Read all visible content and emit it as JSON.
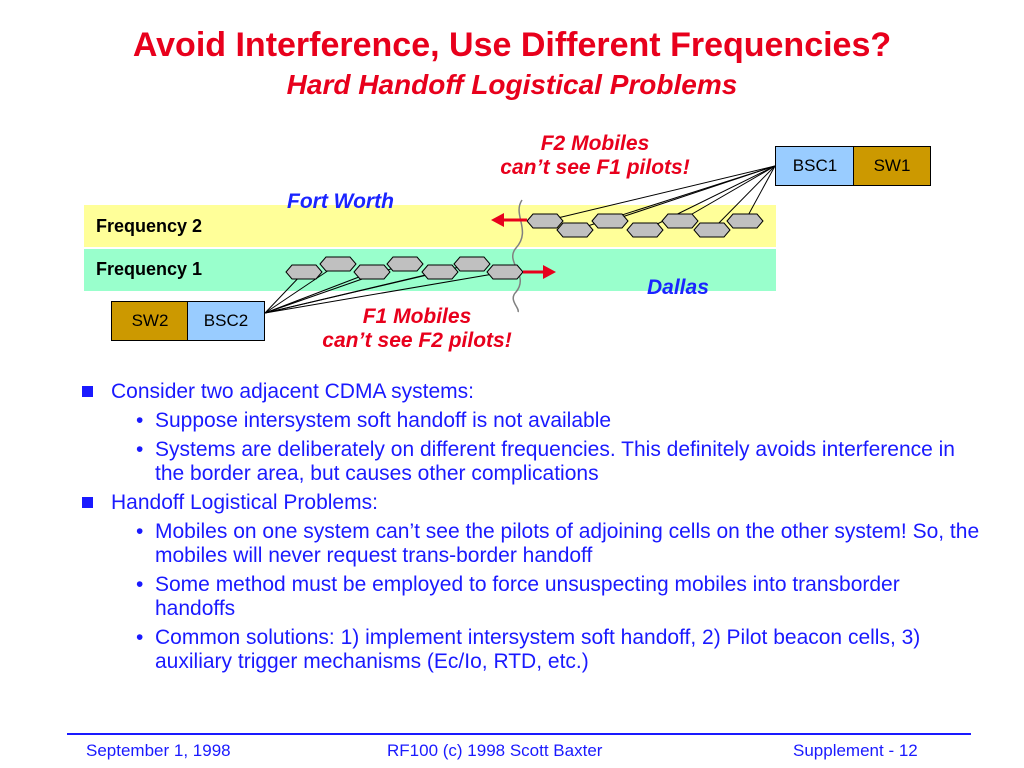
{
  "slide": {
    "title": "Avoid Interference, Use Different Frequencies?",
    "subtitle": "Hard Handoff Logistical Problems"
  },
  "diagram": {
    "frequency2_label": "Frequency 2",
    "frequency1_label": "Frequency 1",
    "bsc1_label": "BSC1",
    "sw1_label": "SW1",
    "sw2_label": "SW2",
    "bsc2_label": "BSC2",
    "f2_note_line1": "F2 Mobiles",
    "f2_note_line2": "can’t see F1 pilots!",
    "f1_note_line1": "F1 Mobiles",
    "f1_note_line2": "can’t see F2 pilots!",
    "city_fort_worth": "Fort Worth",
    "city_dallas": "Dallas",
    "colors": {
      "title": "#e8001c",
      "text": "#1a1aff",
      "frequency2_band": "#ffff99",
      "frequency1_band": "#99ffcc",
      "bsc_box": "#99ccff",
      "sw_box": "#cc9900",
      "cell": "#c0c0c0"
    }
  },
  "bullets": [
    {
      "text": "Consider two adjacent CDMA systems:",
      "sub": [
        "Suppose intersystem soft handoff is not available",
        "Systems are deliberately on different frequencies.  This definitely avoids interference in the border area, but causes other complications"
      ]
    },
    {
      "text": "Handoff Logistical Problems:",
      "sub": [
        "Mobiles on one system can’t see the pilots of adjoining cells on the other system!  So, the mobiles will never request trans-border handoff",
        "Some method must be employed to force unsuspecting mobiles into transborder handoffs",
        "Common solutions: 1) implement intersystem soft handoff, 2) Pilot beacon cells, 3) auxiliary trigger mechanisms (Ec/Io, RTD, etc.)"
      ]
    }
  ],
  "footer": {
    "date": "September 1, 1998",
    "course": "RF100 (c) 1998 Scott Baxter",
    "page": "Supplement - 12"
  }
}
